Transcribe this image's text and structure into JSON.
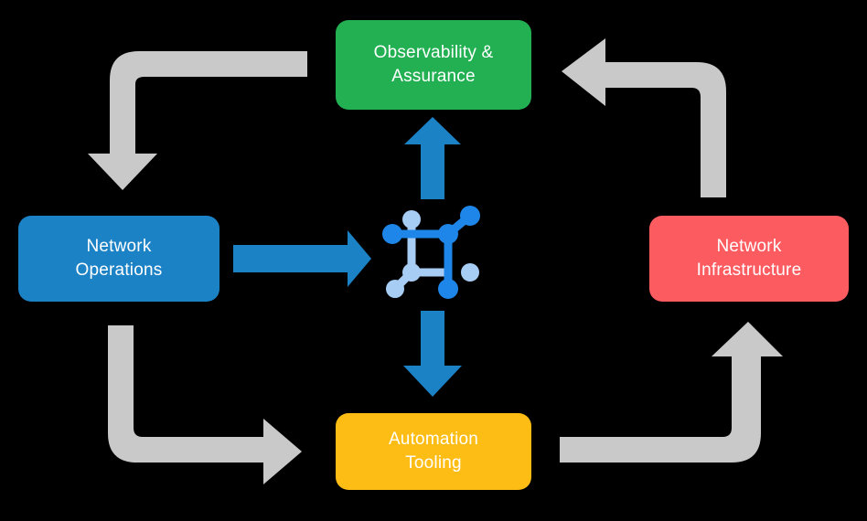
{
  "diagram": {
    "title": "Network operations lifecycle cycle diagram",
    "background_color": "#000000",
    "nodes": [
      {
        "id": "observability",
        "label": "Observability &\nAssurance",
        "color": "#22b052",
        "text_color": "#ffffff",
        "position": "top"
      },
      {
        "id": "operations",
        "label": "Network\nOperations",
        "color": "#1c82c6",
        "text_color": "#ffffff",
        "position": "left"
      },
      {
        "id": "infrastructure",
        "label": "Network\nInfrastructure",
        "color": "#fc5b60",
        "text_color": "#ffffff",
        "position": "right"
      },
      {
        "id": "automation",
        "label": "Automation\nTooling",
        "color": "#febd14",
        "text_color": "#ffffff",
        "position": "bottom"
      }
    ],
    "center": {
      "icon_name": "network-mesh-icon",
      "color_primary": "#1e86e8",
      "color_secondary": "#a8cdf5"
    },
    "connectors": {
      "cycle_arrow_color": "#c9c9c9",
      "center_arrow_color": "#1c82c6",
      "cycle_arrows": [
        {
          "id": "observability-to-operations",
          "shape": "elbow-left-down",
          "from": "observability",
          "to": "operations"
        },
        {
          "id": "infrastructure-to-observability",
          "shape": "elbow-up-left",
          "from": "infrastructure",
          "to": "observability"
        },
        {
          "id": "operations-to-automation",
          "shape": "elbow-down-right",
          "from": "operations",
          "to": "automation"
        },
        {
          "id": "automation-to-infrastructure",
          "shape": "elbow-right-up",
          "from": "automation",
          "to": "infrastructure"
        }
      ],
      "center_arrows": [
        {
          "id": "operations-to-center",
          "direction": "right"
        },
        {
          "id": "center-to-observability",
          "direction": "up"
        },
        {
          "id": "center-to-automation",
          "direction": "down"
        }
      ]
    }
  }
}
